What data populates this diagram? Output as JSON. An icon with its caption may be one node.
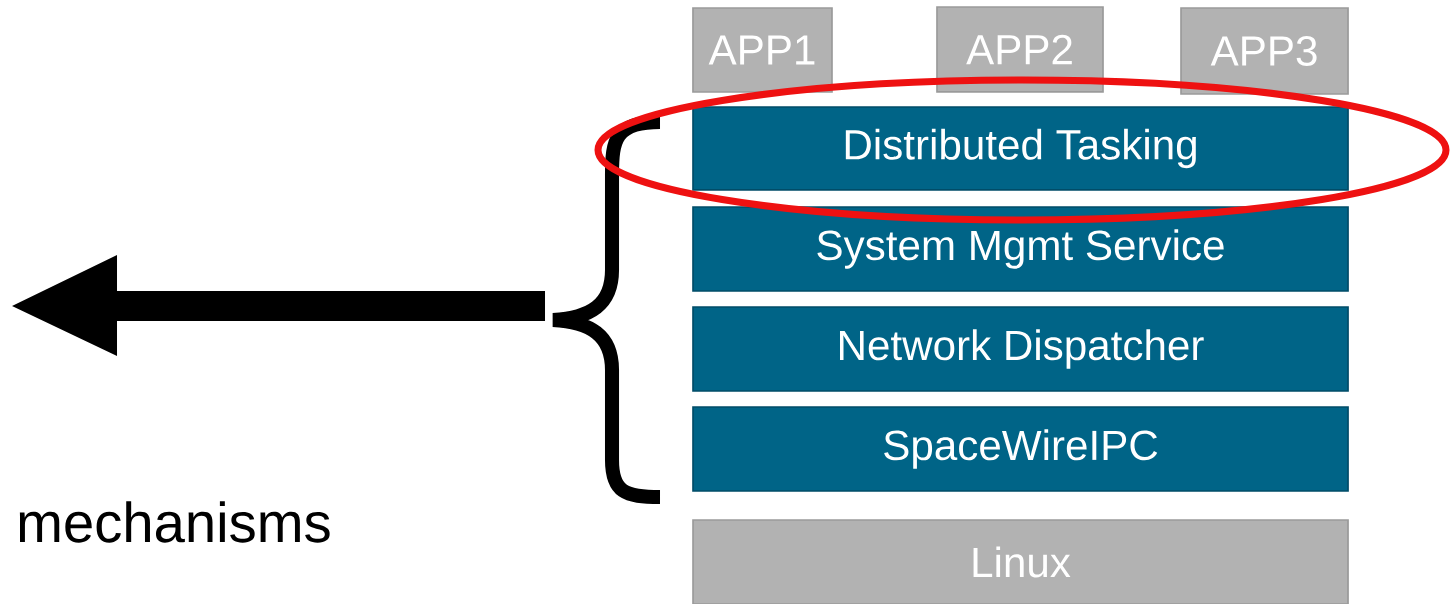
{
  "diagram": {
    "nodes": [
      {
        "text": [
          "APP1"
        ]
      },
      {
        "text": [
          "APP2"
        ]
      },
      {
        "text": [
          "APP3"
        ]
      },
      {
        "text": [
          "Distributed Tasking"
        ]
      },
      {
        "text": [
          "System Mgmt Service"
        ]
      },
      {
        "text": [
          "Network Dispatcher"
        ]
      },
      {
        "text": [
          "SpaceWireIPC"
        ]
      },
      {
        "text": [
          "Linux"
        ]
      }
    ],
    "labels": [
      "mechanisms"
    ]
  }
}
